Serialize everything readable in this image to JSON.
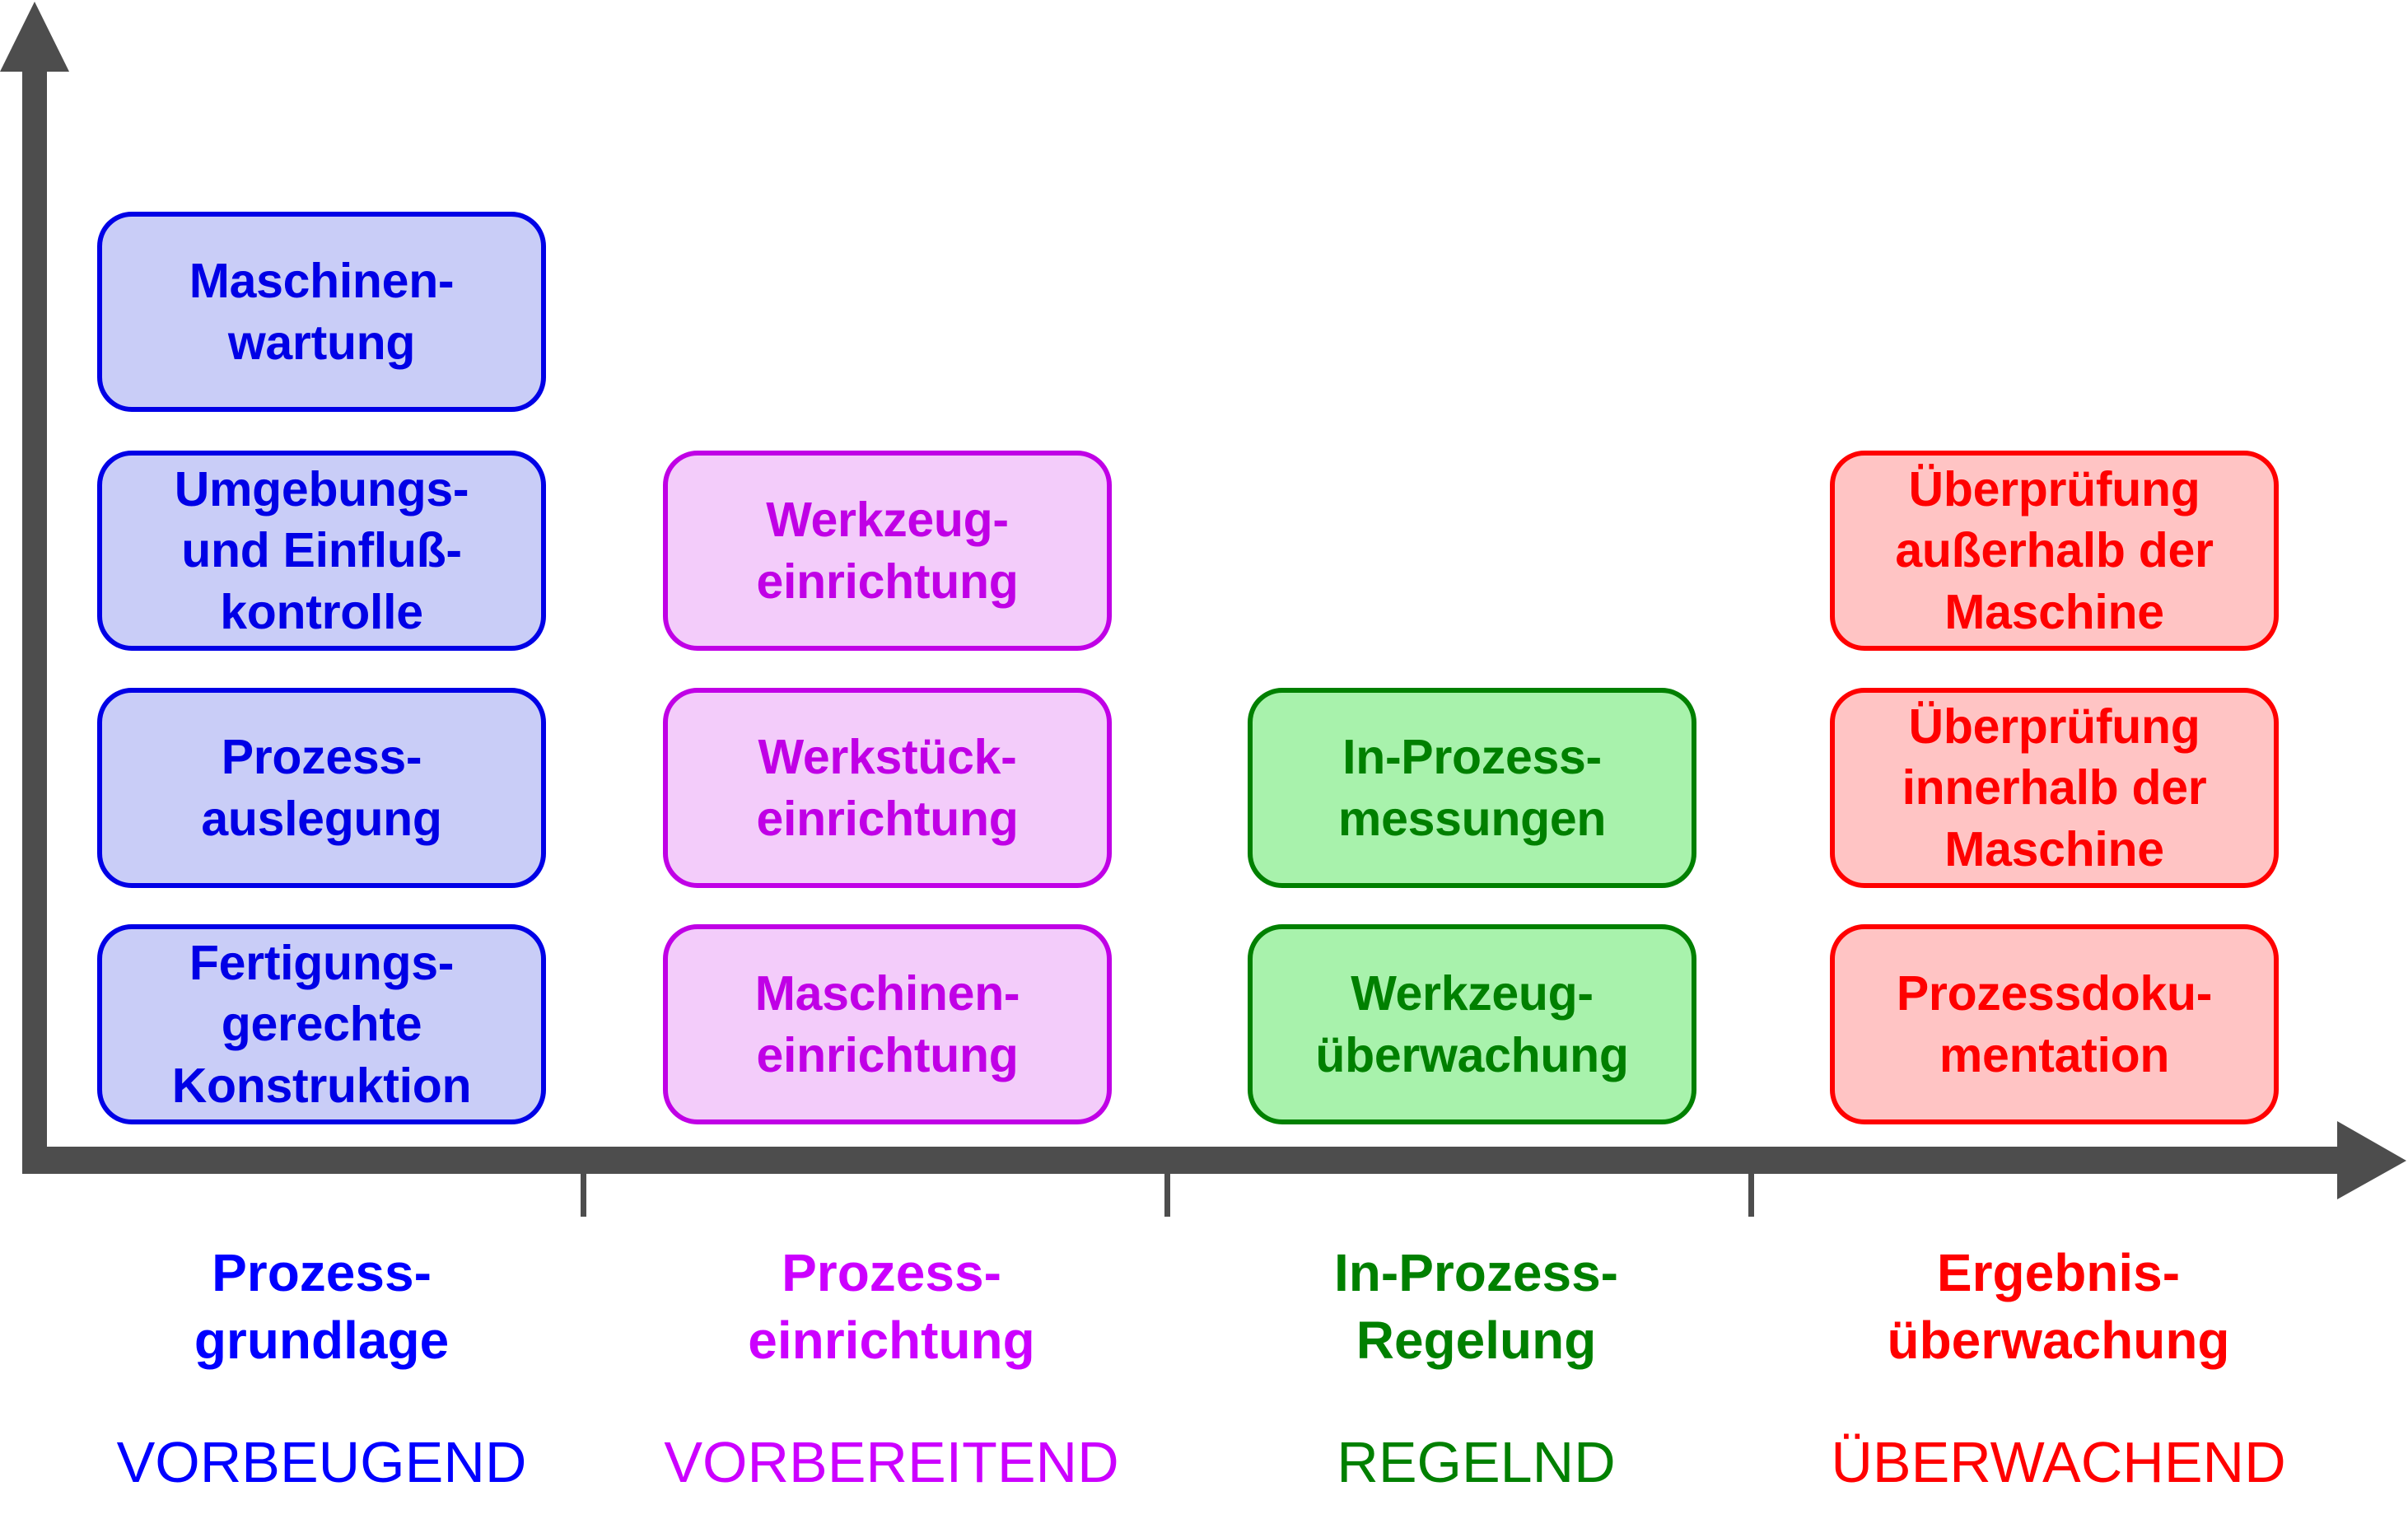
{
  "diagram": {
    "title_visible": false,
    "axis": {
      "color": "#4D4D4D",
      "vertical_arrow_name": "vertical-axis-arrow",
      "horizontal_arrow_name": "horizontal-axis-arrow",
      "tick_count": 3
    },
    "colors": {
      "blue_stroke": "#0000E6",
      "blue_fill": "#C9CDF7",
      "magenta_stroke": "#C000E6",
      "magenta_fill": "#F3CCFA",
      "green_stroke": "#008000",
      "green_fill": "#A8F2AC",
      "red_stroke": "#FF0000",
      "red_fill": "#FFC4C4",
      "axis_gray": "#4D4D4D"
    },
    "columns": [
      {
        "key": "vorbeugend",
        "theme": "blue",
        "category_label": "Prozess-\ngrundlage",
        "caption_label": "VORBEUGEND",
        "boxes": [
          {
            "text": "Maschinen-\nwartung"
          },
          {
            "text": "Umgebungs-\nund Einfluß-\nkontrolle"
          },
          {
            "text": "Prozess-\nauslegung"
          },
          {
            "text": "Fertigungs-\ngerechte\nKonstruktion"
          }
        ]
      },
      {
        "key": "vorbereitend",
        "theme": "magenta",
        "category_label": "Prozess-\neinrichtung",
        "caption_label": "VORBEREITEND",
        "boxes": [
          {
            "text": "Werkzeug-\neinrichtung"
          },
          {
            "text": "Werkstück-\neinrichtung"
          },
          {
            "text": "Maschinen-\neinrichtung"
          }
        ]
      },
      {
        "key": "regelnd",
        "theme": "green",
        "category_label": "In-Prozess-\nRegelung",
        "caption_label": "REGELND",
        "boxes": [
          {
            "text": "In-Prozess-\nmessungen"
          },
          {
            "text": "Werkzeug-\nüberwachung"
          }
        ]
      },
      {
        "key": "ueberwachend",
        "theme": "red",
        "category_label": "Ergebnis-\nüberwachung",
        "caption_label": "ÜBERWACHEND",
        "boxes": [
          {
            "text": "Überprüfung\naußerhalb der\nMaschine"
          },
          {
            "text": "Überprüfung\ninnerhalb der\nMaschine"
          },
          {
            "text": "Prozessdoku-\nmentation"
          }
        ]
      }
    ]
  }
}
